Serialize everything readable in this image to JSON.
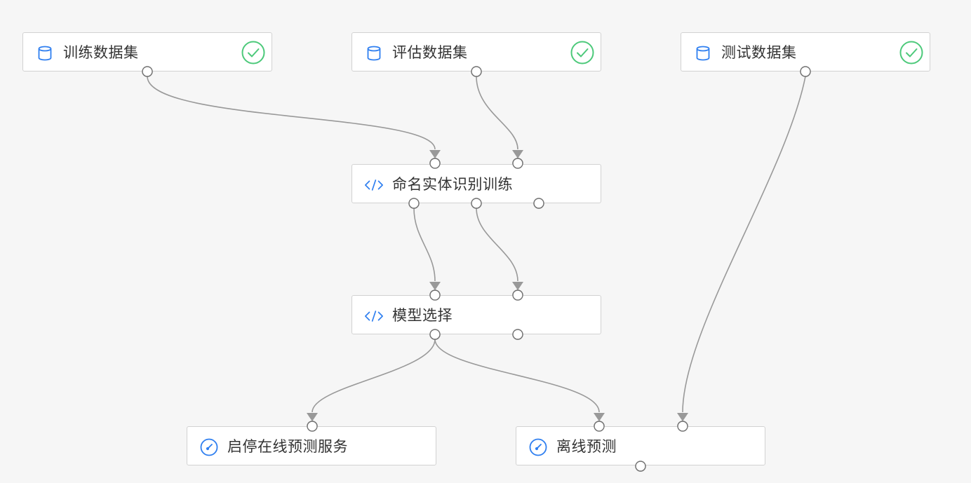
{
  "colors": {
    "background": "#f6f6f6",
    "node_border": "#d2d2d2",
    "edge": "#999999",
    "icon_blue": "#2f7ff0",
    "success_green": "#4cc97a"
  },
  "nodes": {
    "train_dataset": {
      "label": "训练数据集",
      "icon": "database-icon",
      "status": "success-check-icon"
    },
    "eval_dataset": {
      "label": "评估数据集",
      "icon": "database-icon",
      "status": "success-check-icon"
    },
    "test_dataset": {
      "label": "测试数据集",
      "icon": "database-icon",
      "status": "success-check-icon"
    },
    "ner_training": {
      "label": "命名实体识别训练",
      "icon": "code-icon"
    },
    "model_selection": {
      "label": "模型选择",
      "icon": "code-icon"
    },
    "online_service": {
      "label": "启停在线预测服务",
      "icon": "gauge-icon"
    },
    "offline_predict": {
      "label": "离线预测",
      "icon": "gauge-icon"
    }
  }
}
